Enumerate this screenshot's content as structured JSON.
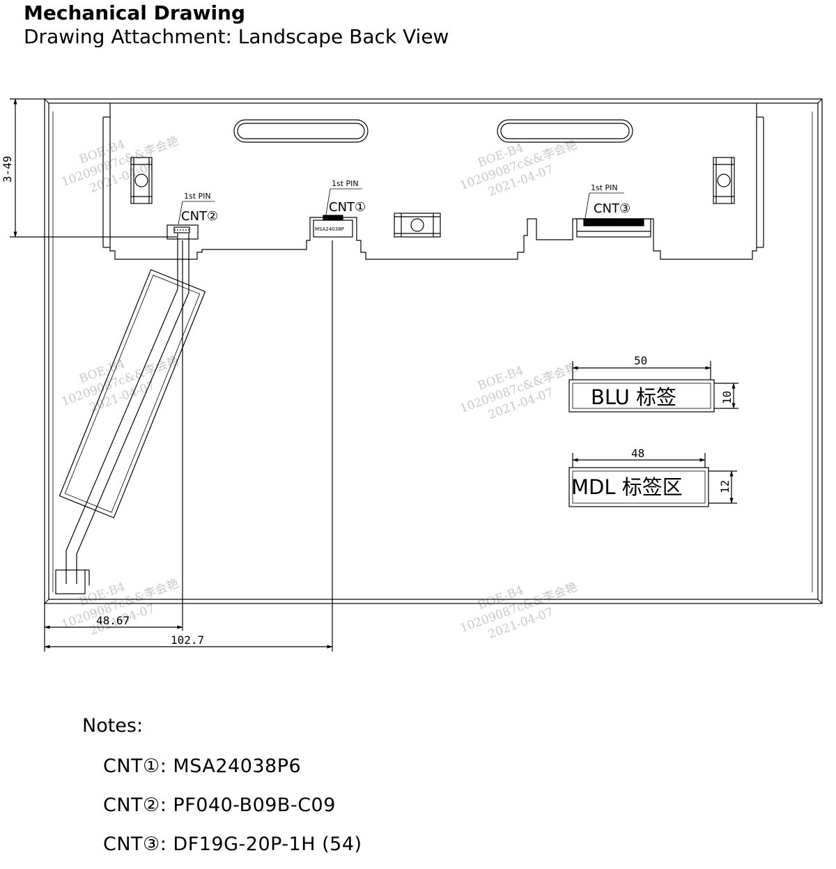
{
  "header": {
    "title": "Mechanical Drawing",
    "subtitle": "Drawing Attachment: Landscape Back View"
  },
  "drawing": {
    "connectors": [
      {
        "label": "CNT①",
        "pin_label": "1st PIN",
        "part_marking": "MSA24038P"
      },
      {
        "label": "CNT②",
        "pin_label": "1st PIN"
      },
      {
        "label": "CNT③",
        "pin_label": "1st PIN"
      }
    ],
    "dimensions": {
      "vertical_left": "3-49",
      "bottom_short": "48.67",
      "bottom_long": "102.7",
      "blu_width": "50",
      "blu_height": "10",
      "mdl_width": "48",
      "mdl_height": "12"
    },
    "labels": {
      "blu": "BLU 标签",
      "mdl": "MDL 标签区"
    },
    "watermark": {
      "line1": "BOE-B4",
      "line2": "10209087c&&李会艳",
      "line3": "2021-04-07"
    }
  },
  "notes": {
    "title": "Notes:",
    "items": [
      "CNT①: MSA24038P6",
      "CNT②: PF040-B09B-C09",
      "CNT③: DF19G-20P-1H (54)"
    ]
  },
  "colors": {
    "line": "#000000",
    "watermark": "#c8c8c8"
  }
}
